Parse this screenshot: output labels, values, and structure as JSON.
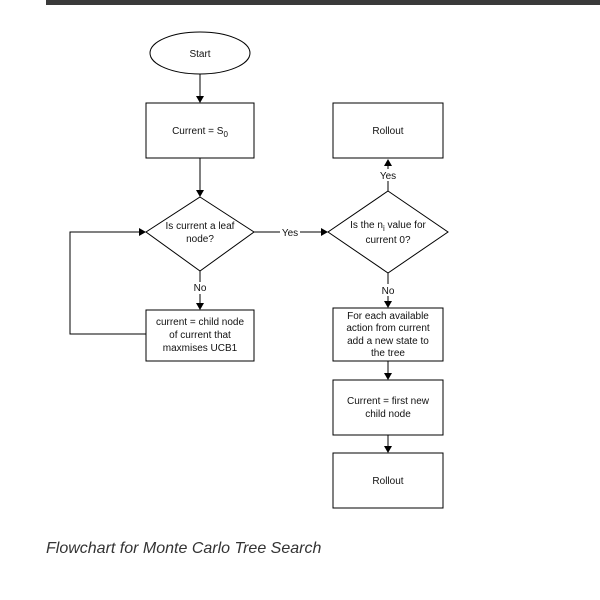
{
  "diagram": {
    "nodes": {
      "start": "Start",
      "current_s0": {
        "text": "Current = S",
        "sub": "0"
      },
      "is_leaf": [
        "Is current a leaf",
        "node?"
      ],
      "child_node": [
        "current = child node",
        "of current that",
        "maxmises UCB1"
      ],
      "ni_value": {
        "line1_pre": "Is the n",
        "line1_sub": "i",
        "line1_post": " value for",
        "line2": "current 0?"
      },
      "rollout_top": "Rollout",
      "expand": [
        "For each available",
        "action from current",
        "add a new state to",
        "the tree"
      ],
      "first_child": [
        "Current = first new",
        "child node"
      ],
      "rollout_bottom": "Rollout"
    },
    "edge_labels": {
      "yes_right": "Yes",
      "no_down_left": "No",
      "yes_up": "Yes",
      "no_down_right": "No"
    }
  },
  "caption": "Flowchart for Monte Carlo Tree Search"
}
